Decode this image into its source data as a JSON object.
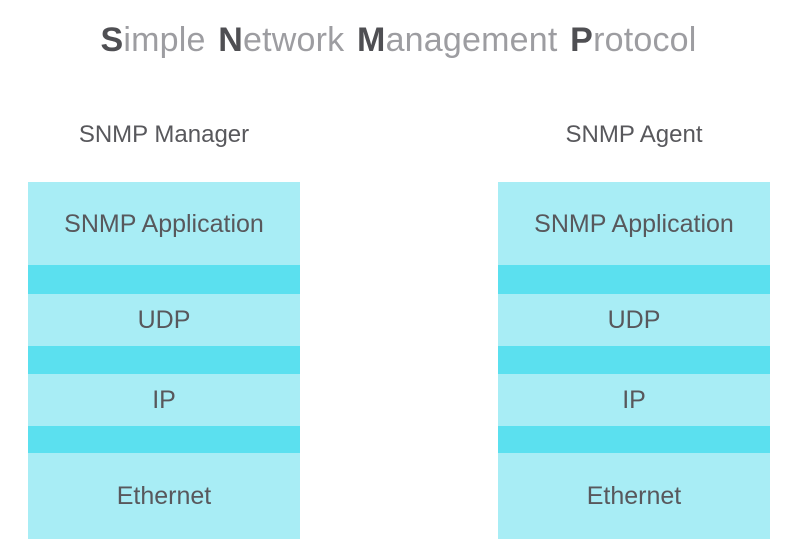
{
  "title": {
    "full": "Simple Network Management Protocol",
    "words": [
      {
        "cap": "S",
        "rest": "imple"
      },
      {
        "cap": "N",
        "rest": "etwork"
      },
      {
        "cap": "M",
        "rest": "anagement"
      },
      {
        "cap": "P",
        "rest": "rotocol"
      }
    ]
  },
  "colors": {
    "layer_fill": "#a8edf5",
    "separator_fill": "#5be0ef",
    "text": "#58585c",
    "title_cap": "#4f4f53",
    "title_rest": "#9d9da1",
    "background": "#ffffff"
  },
  "columns": [
    {
      "heading": "SNMP Manager",
      "layers": [
        {
          "label": "SNMP Application"
        },
        {
          "label": "UDP"
        },
        {
          "label": "IP"
        },
        {
          "label": "Ethernet"
        }
      ]
    },
    {
      "heading": "SNMP Agent",
      "layers": [
        {
          "label": "SNMP Application"
        },
        {
          "label": "UDP"
        },
        {
          "label": "IP"
        },
        {
          "label": "Ethernet"
        }
      ]
    }
  ]
}
